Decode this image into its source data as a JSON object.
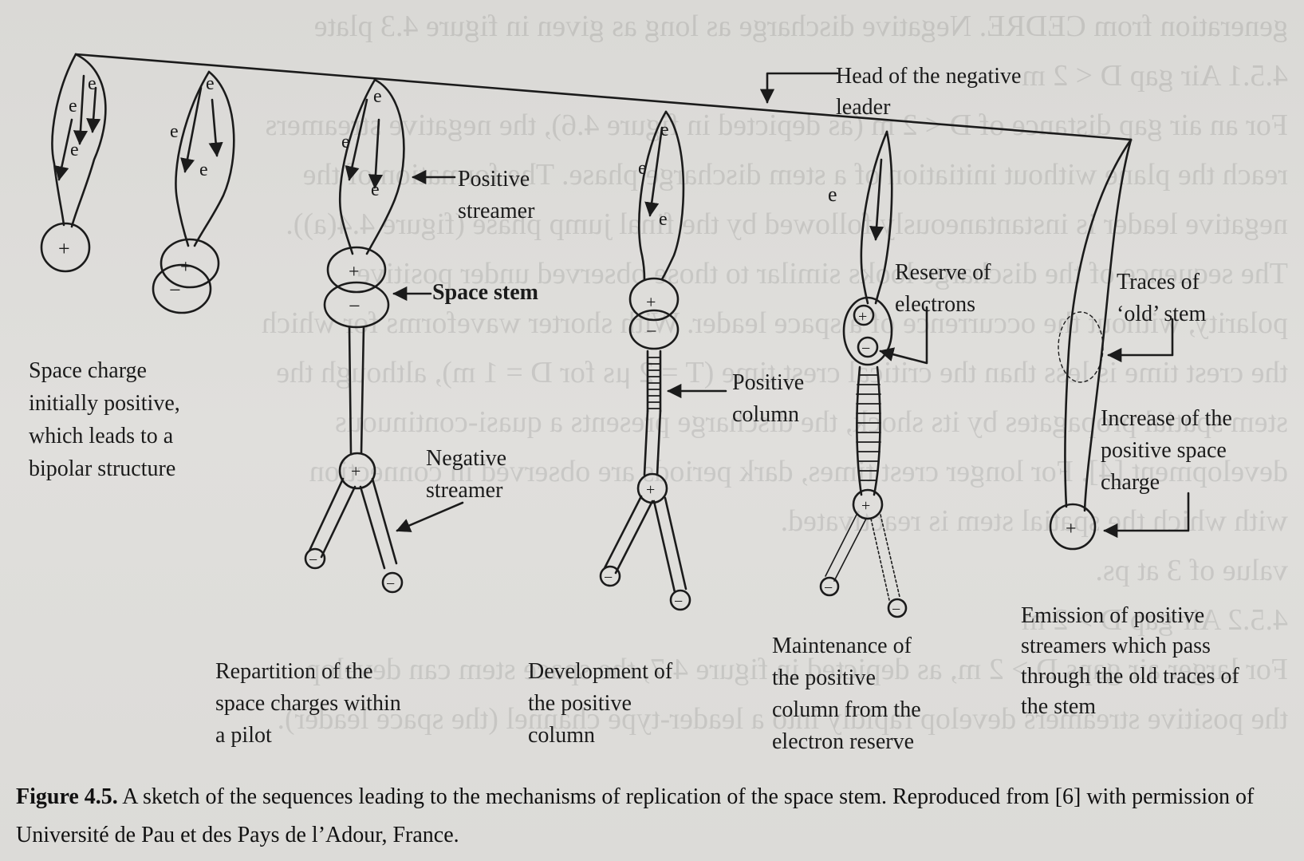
{
  "labels": {
    "head_1": "Head of the negative",
    "head_2": "leader",
    "positive_streamer_1": "Positive",
    "positive_streamer_2": "streamer",
    "space_stem": "Space stem",
    "stage1_1": "Space charge",
    "stage1_2": "initially positive,",
    "stage1_3": "which leads to a",
    "stage1_4": "bipolar structure",
    "negative_streamer_1": "Negative",
    "negative_streamer_2": "streamer",
    "positive_column_1": "Positive",
    "positive_column_2": "column",
    "reserve_1": "Reserve of",
    "reserve_2": "electrons",
    "traces_1": "Traces of",
    "traces_2": "‘old’ stem",
    "increase_1": "Increase of the",
    "increase_2": "positive space",
    "increase_3": "charge",
    "stage3_1": "Repartition of the",
    "stage3_2": "space charges within",
    "stage3_3": "a pilot",
    "stage4_1": "Development of",
    "stage4_2": "the positive",
    "stage4_3": "column",
    "stage5_1": "Maintenance of",
    "stage5_2": "the positive",
    "stage5_3": "column from the",
    "stage5_4": "electron reserve",
    "stage6_1": "Emission of positive",
    "stage6_2": "streamers which pass",
    "stage6_3": "through the old traces of",
    "stage6_4": "the stem"
  },
  "caption": {
    "figure": "Figure 4.5.",
    "text": "A sketch of the sequences leading to the mechanisms of replication of the space stem. Reproduced from [6] with permission of Université de Pau et des Pays de l’Adour, France."
  },
  "bleed_through": [
    "generation from CEDRE. Negative discharge as long as given in figure 4.3 plate",
    "4.5.1 Air gap D < 2 m",
    "For an air gap distance of D < 2 m (as depicted in figure 4.6), the negative streamers",
    "reach the plane without initiation of a stem discharge phase. The formation of the",
    "negative leader is instantaneously followed by the final jump phase (figure 4.4(a)).",
    "The sequence of the discharge looks similar to those observed under positive",
    "polarity, without the occurrence of a space leader. With shorter waveforms for which",
    "the crest time is less than the critical crest time (T = 2 μs for D = 1 m), although the",
    "stem spatial propagates by its shock, the discharge presents a quasi-continuous",
    "development [4]. For longer crest times, dark periods are observed in connection",
    "with which the spatial stem is reactivated.",
    "value of 3 at ps.",
    "4.5.2 Air gap D > 2 m",
    "For larger air gaps D > 2 m, as depicted in figure 4.7, the space stem can develop",
    "the positive streamers develop rapidly into a leader-type channel (the space leader)."
  ]
}
